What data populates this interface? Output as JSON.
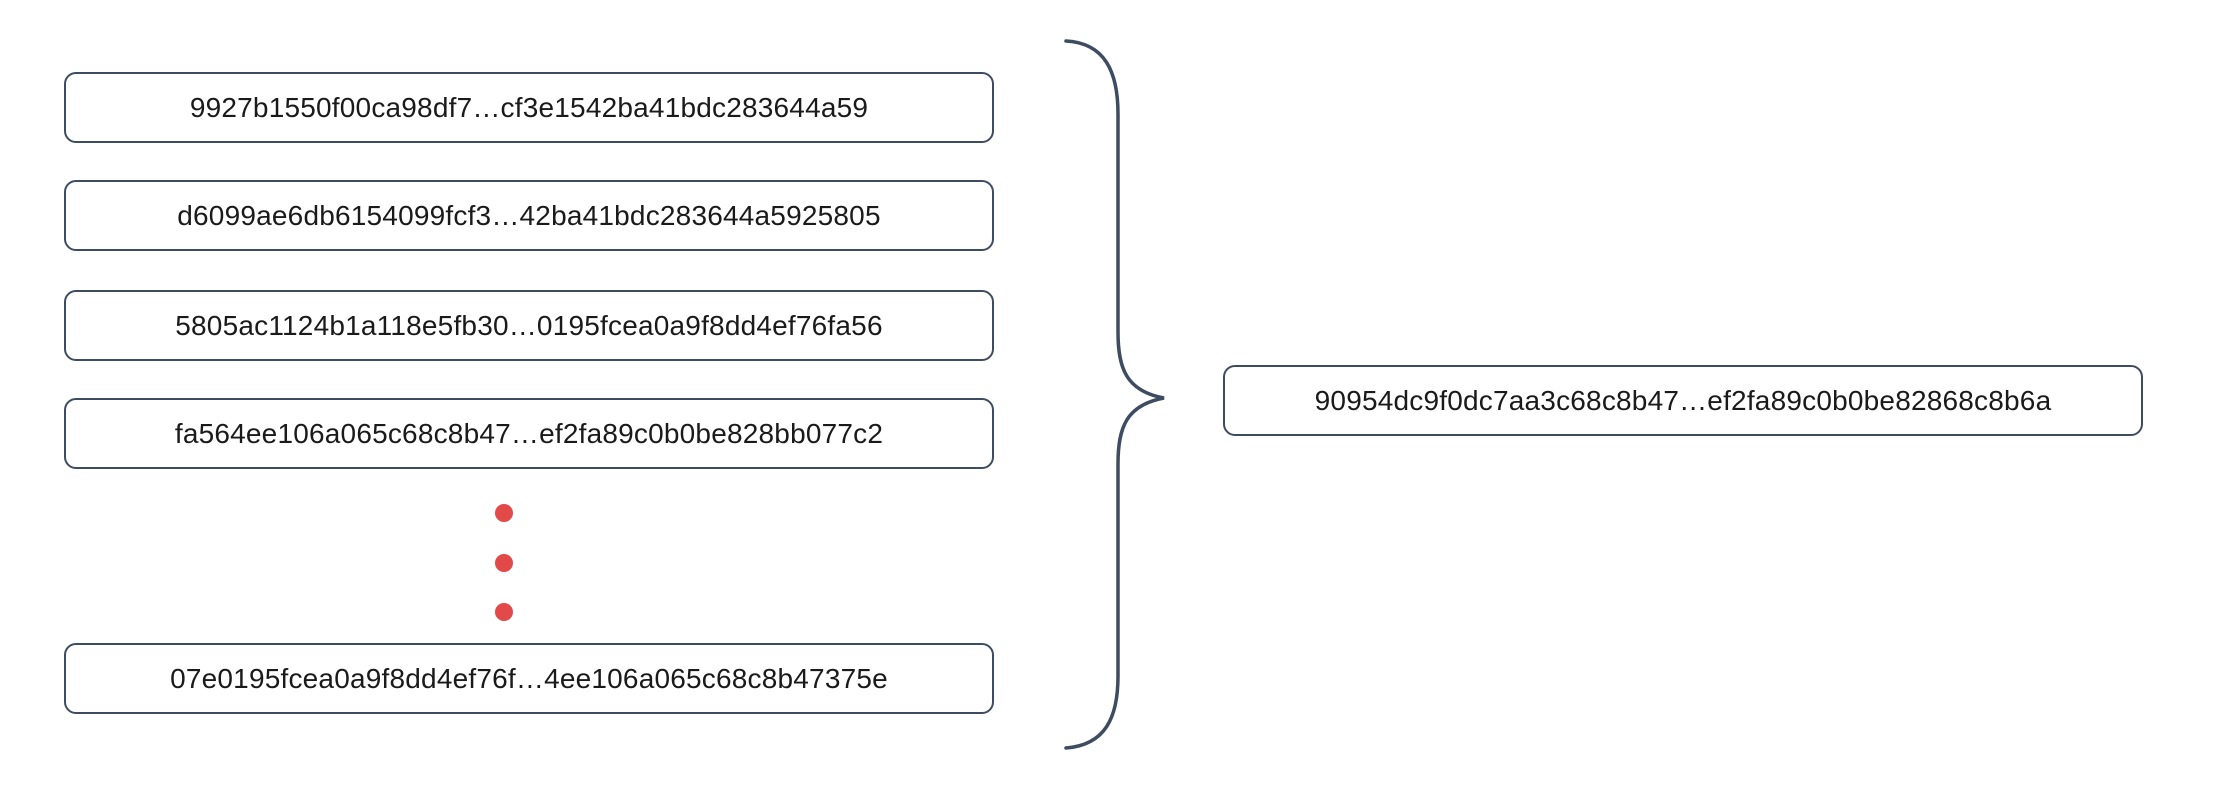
{
  "hashes": {
    "inputs": [
      "9927b1550f00ca98df7…cf3e1542ba41bdc283644a59",
      "d6099ae6db6154099fcf3…42ba41bdc283644a5925805",
      "5805ac1124b1a118e5fb30…0195fcea0a9f8dd4ef76fa56",
      "fa564ee106a065c68c8b47…ef2fa89c0b0be828bb077c2",
      "07e0195fcea0a9f8dd4ef76f…4ee106a065c68c8b47375e"
    ],
    "output": "90954dc9f0dc7aa3c68c8b47…ef2fa89c0b0be82868c8b6a"
  },
  "colors": {
    "box_border": "#3e4c61",
    "ellipsis_dot": "#e24a4a",
    "text": "#1a1a1a",
    "background": "#ffffff"
  }
}
